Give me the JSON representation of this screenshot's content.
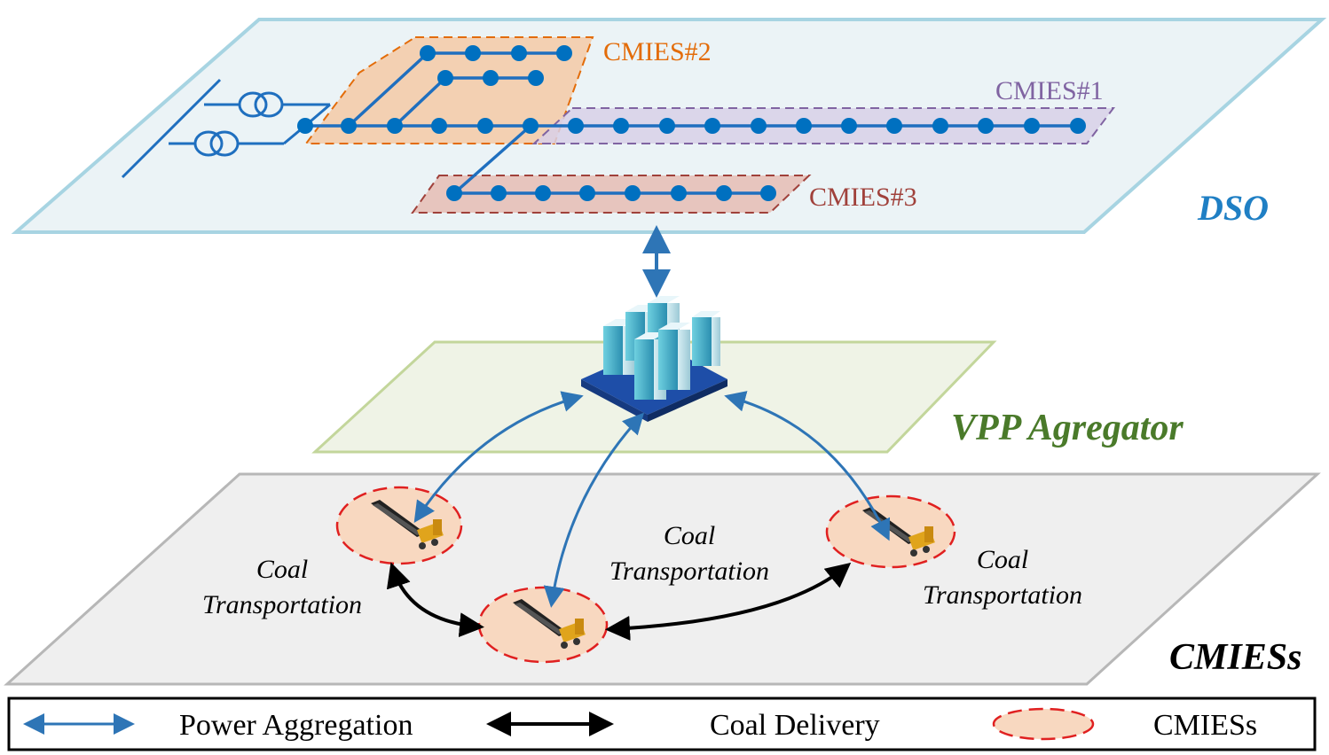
{
  "layers": {
    "dso": {
      "label": "DSO",
      "color": "#1f7fc4"
    },
    "vpp": {
      "label": "VPP Agregator",
      "color": "#4a7a2a"
    },
    "cmies": {
      "label": "CMIESs",
      "color": "#000000"
    }
  },
  "zones": {
    "z1": {
      "label": "CMIES#1",
      "color": "#8064a2"
    },
    "z2": {
      "label": "CMIES#2",
      "color": "#e36c09"
    },
    "z3": {
      "label": "CMIES#3",
      "color": "#a0413b"
    }
  },
  "transport_labels": {
    "left": [
      "Coal",
      "Transportation"
    ],
    "middle": [
      "Coal",
      "Transportation"
    ],
    "right": [
      "Coal",
      "Transportation"
    ]
  },
  "legend": {
    "power": "Power Aggregation",
    "coal": "Coal Delivery",
    "cmies": "CMIESs"
  },
  "colors": {
    "grid_line": "#1f6fbf",
    "grid_node": "#0070c0",
    "power_arrow": "#2e75b6",
    "coal_arrow": "#000000",
    "cmies_fill": "#f8d8c0",
    "cmies_border": "#e02020"
  }
}
